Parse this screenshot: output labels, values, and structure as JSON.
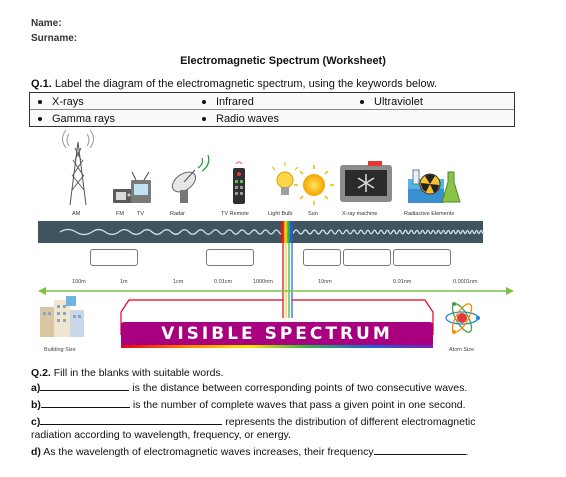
{
  "header": {
    "name_label": "Name:",
    "surname_label": "Surname:"
  },
  "title": "Electromagnetic Spectrum (Worksheet)",
  "q1": {
    "number": "Q.1.",
    "text": "Label the diagram of the electromagnetic spectrum, using the keywords below.",
    "keywords": [
      "X-rays",
      "Infrared",
      "Ultraviolet",
      "Gamma rays",
      "Radio waves"
    ]
  },
  "diagram": {
    "source_labels": [
      "AM",
      "FM",
      "TV",
      "Radar",
      "TV Remote",
      "Light Bulb",
      "Sun",
      "X-ray machine",
      "Radiactive Elements"
    ],
    "wavelengths": [
      "100m",
      "1m",
      "1cm",
      "0.01cm",
      "1000nm",
      "10nm",
      "0.01nm",
      "0.0001nm"
    ],
    "left_label": "Building Size",
    "right_label": "Atom Size",
    "visible_banner": "VISIBLE SPECTRUM",
    "colors": {
      "band": "#3e5560",
      "banner": "#a8007e",
      "arrow": "#7cc242",
      "wave": "#cfe2ea"
    }
  },
  "q2": {
    "number": "Q.2.",
    "intro": "Fill in the blanks with suitable words.",
    "items": [
      {
        "letter": "a)",
        "text": "is the distance between corresponding points of two consecutive waves."
      },
      {
        "letter": "b)",
        "text": "is the number of complete waves that pass a given point in one second."
      },
      {
        "letter": "c)",
        "text": "represents the distribution of different electromagnetic",
        "continuation": "radiation according to wavelength, frequency, or energy."
      },
      {
        "letter": "d)",
        "text": "As the wavelength of electromagnetic waves increases, their frequency",
        "end": "."
      }
    ]
  }
}
